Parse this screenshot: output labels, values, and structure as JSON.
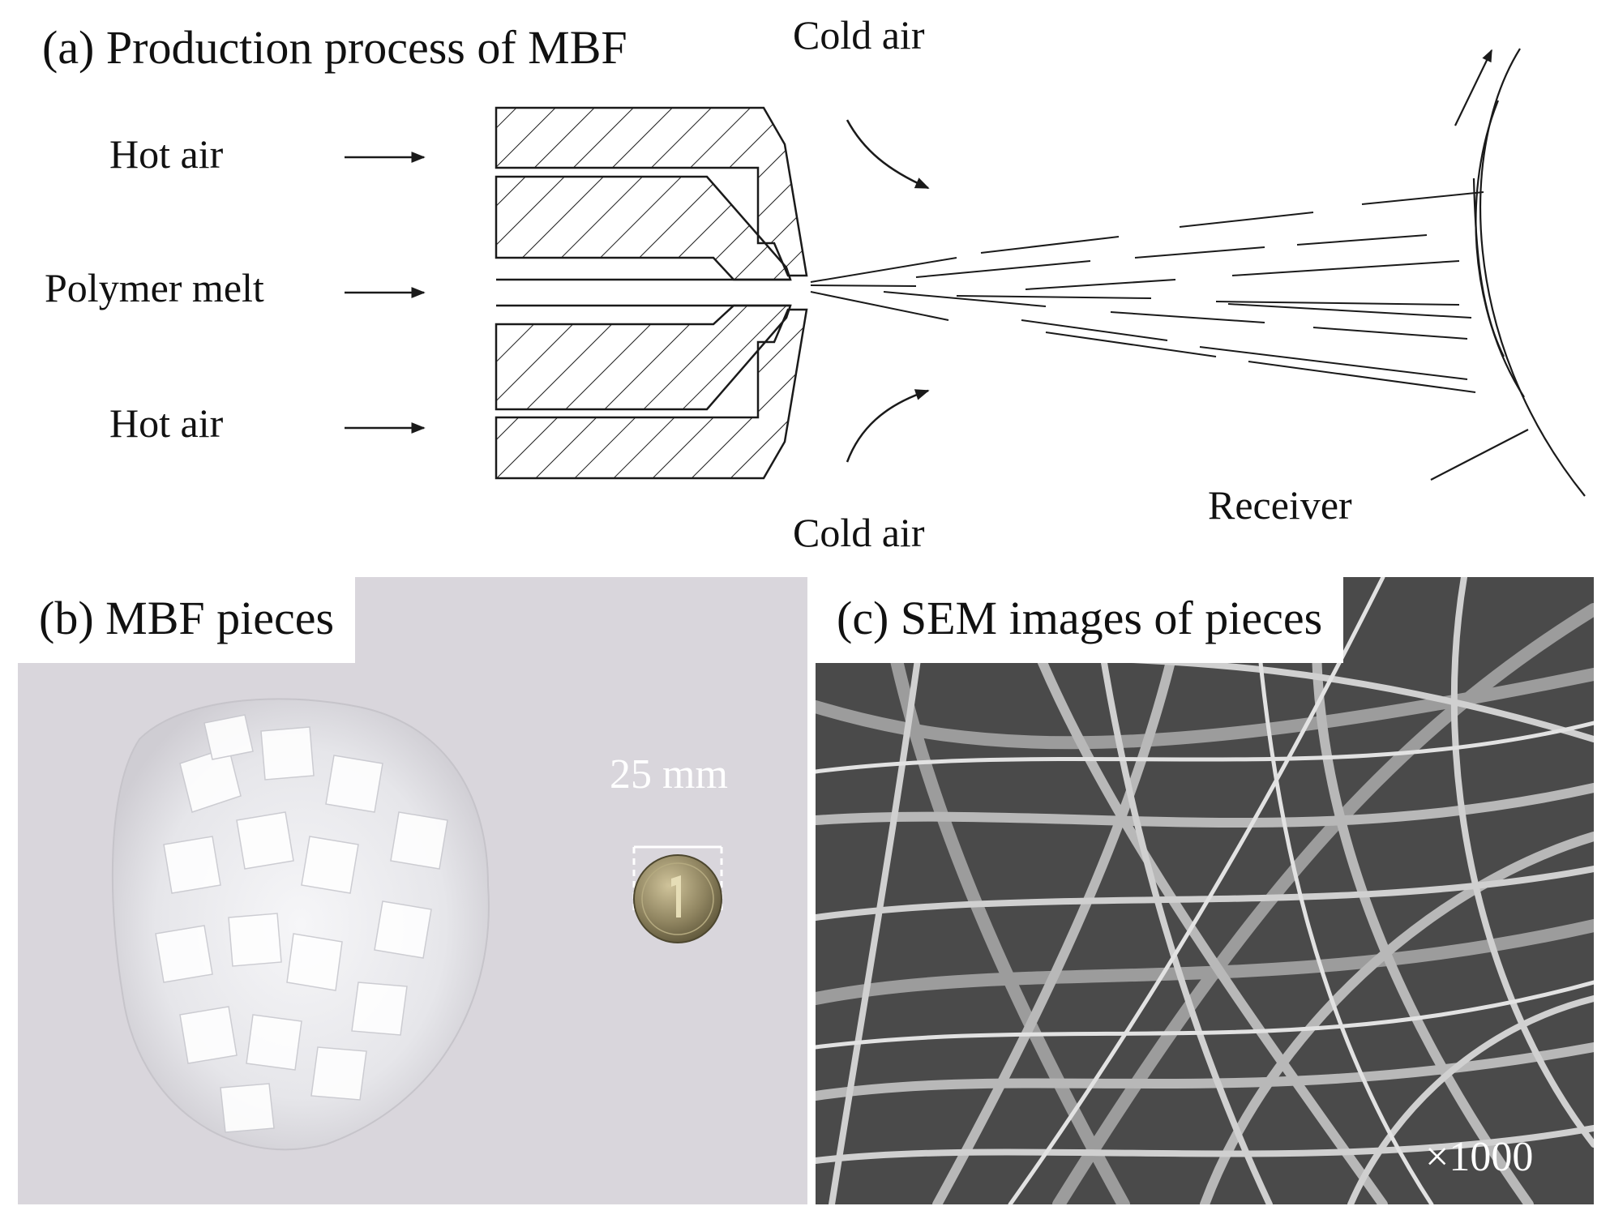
{
  "panel_a": {
    "title": "(a) Production process of MBF",
    "labels": {
      "hot_air_top": "Hot air",
      "polymer_melt": "Polymer melt",
      "hot_air_bottom": "Hot air",
      "cold_air_top": "Cold air",
      "cold_air_bottom": "Cold air",
      "receiver": "Receiver"
    }
  },
  "panel_b": {
    "title": "(b) MBF pieces",
    "scale_label": "25 mm"
  },
  "panel_c": {
    "title": "(c) SEM images of pieces",
    "magnification": "×1000"
  },
  "colors": {
    "line": "#1a1a1a",
    "paper_background": "#d9d6dc",
    "sem_background": "#4a4a4a",
    "fiber": "#b8b8b8"
  }
}
